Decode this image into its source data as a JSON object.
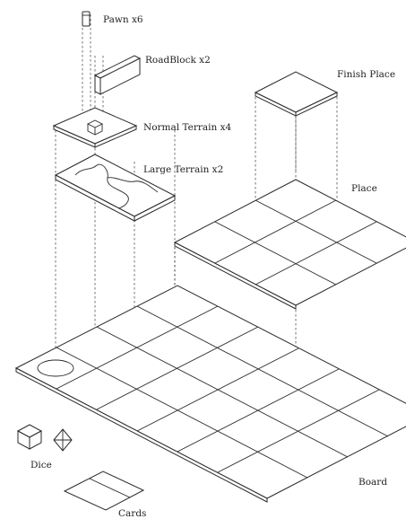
{
  "labels": {
    "pawn": "Pawn x6",
    "roadblock": "RoadBlock x2",
    "normal_terrain": "Normal Terrain x4",
    "large_terrain": "Large Terrain x2",
    "finish_place": "Finish Place",
    "place": "Place",
    "dice": "Dice",
    "cards": "Cards",
    "board": "Board"
  },
  "icons": {
    "die_cube": "cube-die-icon",
    "die_d8": "octahedron-die-icon"
  },
  "colors": {
    "line": "#2a2a2a",
    "text": "#222222",
    "background": "#ffffff"
  }
}
